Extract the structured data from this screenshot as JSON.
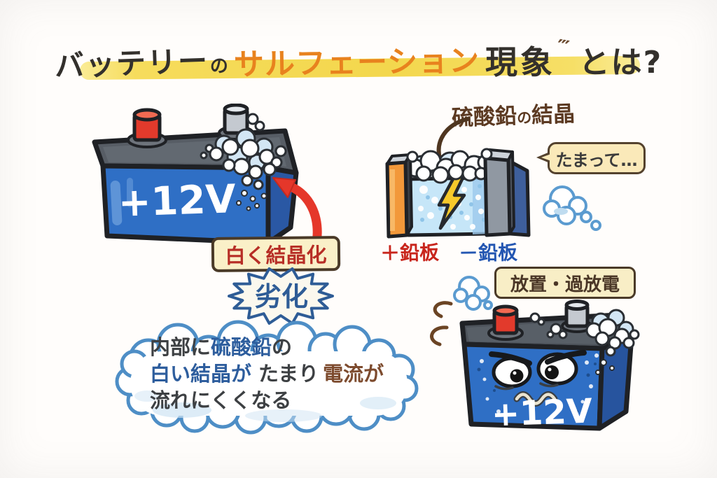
{
  "title": {
    "battery": "バッテリー",
    "particle_no": "の",
    "sulfation": "サルフェーション",
    "phenomenon": "現象",
    "emphasis_marks": "‴",
    "question": "とは?"
  },
  "left_battery": {
    "voltage": "+12V"
  },
  "callouts": {
    "crystallize": "白く結晶化",
    "deterioration": "劣化"
  },
  "cloud": {
    "line1_dark": "内部に",
    "line1_blue": "硫酸鉛",
    "line1_dark2": "の",
    "line2_blue": "白い結晶が",
    "line2_dark": "たまり",
    "line2_brown": "電流が",
    "line3_dark": "流れにくくなる"
  },
  "cell": {
    "crystal_label_a": "硫酸鉛",
    "crystal_label_no": "の",
    "crystal_label_b": "結晶",
    "bubble": "たまって…",
    "plus_plate": "＋鉛板",
    "minus_plate": "－鉛板"
  },
  "right_battery": {
    "label": "放置・過放電",
    "voltage": "+12V"
  },
  "colors": {
    "title_orange": "#E8821E",
    "highlight_yellow": "#F3D74D",
    "battery_blue": "#2F6FC5",
    "arrow_red": "#E5372A",
    "text_dark": "#33302C",
    "label_red": "#B72E26",
    "burst_blue": "#2E5C96",
    "label_brown": "#5C3A22",
    "plus_red": "#C8251C",
    "minus_blue": "#2356B2",
    "cloud_outline": "#4E8EC6",
    "lightning_yellow": "#F6C92B",
    "plate_orange": "#F2983A"
  }
}
